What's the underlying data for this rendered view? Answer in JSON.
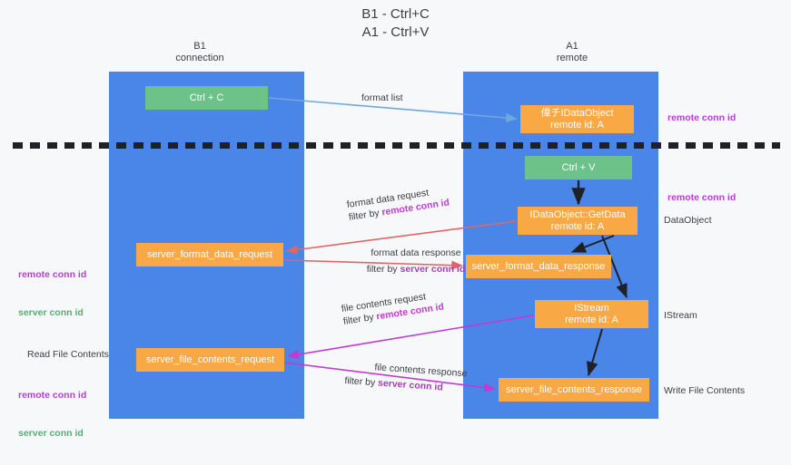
{
  "diagram": {
    "title": "B1 - Ctrl+C\nA1 - Ctrl+V",
    "type": "sequence-flow",
    "colors": {
      "lane": "#4a86e8",
      "node_orange": "#f9a846",
      "node_green": "#6cc289",
      "remote_conn_id": "#b43fd0",
      "server_conn_id": "#5aab73",
      "arrow_blue": "#6fa8dc",
      "arrow_red": "#e06666",
      "arrow_magenta": "#c239d4",
      "arrow_dark": "#202124",
      "background": "#f7f8fa",
      "text": "#3c4043"
    },
    "lanes": [
      {
        "id": "b1",
        "name": "B1",
        "role": "connection",
        "header": "B1\nconnection"
      },
      {
        "id": "a1",
        "name": "A1",
        "role": "remote",
        "header": "A1\nremote"
      }
    ],
    "separator": {
      "style": "dashed",
      "color": "#202124"
    },
    "nodes": [
      {
        "id": "ctrl_c",
        "lane": "b1",
        "kind": "green",
        "label": "Ctrl + C"
      },
      {
        "id": "ctrl_v",
        "lane": "a1",
        "kind": "green",
        "label": "Ctrl + V"
      },
      {
        "id": "idataobject",
        "lane": "a1",
        "kind": "orange",
        "line1": "偉チIDataObject",
        "line2": "remote id: A"
      },
      {
        "id": "getdata",
        "lane": "a1",
        "kind": "orange",
        "line1": "IDataObject::GetData",
        "line2": "remote id: A"
      },
      {
        "id": "istream",
        "lane": "a1",
        "kind": "orange",
        "line1": "IStream",
        "line2": "remote id: A"
      },
      {
        "id": "sfd_request",
        "lane": "b1",
        "kind": "orange",
        "label": "server_format_data_request"
      },
      {
        "id": "sfd_response",
        "lane": "a1",
        "kind": "orange",
        "label": "server_format_data_response"
      },
      {
        "id": "sfc_request",
        "lane": "b1",
        "kind": "orange",
        "label": "server_file_contents_request"
      },
      {
        "id": "sfc_response",
        "lane": "a1",
        "kind": "orange",
        "label": "server_file_contents_response"
      }
    ],
    "edges": [
      {
        "id": "e_format_list",
        "from": "ctrl_c",
        "to": "idataobject",
        "color": "#6fa8dc",
        "label": "format list"
      },
      {
        "id": "e_fd_request",
        "from": "getdata",
        "to": "sfd_request",
        "color": "#e06666",
        "label_line1": "format data request",
        "label_line2_prefix": "filter by ",
        "label_line2_key": "remote conn id"
      },
      {
        "id": "e_fd_response",
        "from": "sfd_request",
        "to": "sfd_response",
        "color": "#e06666",
        "label_line1": "format data response",
        "label_line2_prefix": "filter by ",
        "label_line2_key": "server conn id"
      },
      {
        "id": "e_fc_request",
        "from": "istream",
        "to": "sfc_request",
        "color": "#c239d4",
        "label_line1": "file contents request",
        "label_line2_prefix": "filter by ",
        "label_line2_key": "remote conn id"
      },
      {
        "id": "e_fc_response",
        "from": "sfc_request",
        "to": "sfc_response",
        "color": "#c239d4",
        "label_line1": "file contents response",
        "label_line2_prefix": "filter by ",
        "label_line2_key": "server conn id"
      },
      {
        "id": "e_ctrlv_getdata",
        "from": "ctrl_v",
        "to": "getdata",
        "color": "#202124"
      },
      {
        "id": "e_getdata_res",
        "from": "getdata",
        "to": "sfd_response",
        "color": "#202124"
      },
      {
        "id": "e_getdata_istr",
        "from": "getdata",
        "to": "istream",
        "color": "#202124"
      },
      {
        "id": "e_istr_res",
        "from": "istream",
        "to": "sfc_response",
        "color": "#202124"
      }
    ],
    "labels": {
      "format_list": "format list",
      "format_data_request": "format data request",
      "format_data_response": "format data response",
      "file_contents_request": "file contents request",
      "file_contents_response": "file contents response",
      "filter_by": "filter by ",
      "remote_conn_id": "remote conn id",
      "server_conn_id": "server conn id"
    },
    "side_annotations": {
      "right": [
        {
          "id": "r1",
          "text": "remote conn id",
          "style": "remote"
        },
        {
          "id": "r2",
          "text": "remote conn id",
          "style": "remote"
        },
        {
          "id": "r3",
          "text": "DataObject",
          "style": "plain"
        },
        {
          "id": "r4",
          "text": "IStream",
          "style": "plain"
        },
        {
          "id": "r5",
          "text": "Write File Contents",
          "style": "plain"
        }
      ],
      "left": [
        {
          "id": "l1_a",
          "text": "remote conn id",
          "style": "remote"
        },
        {
          "id": "l1_b",
          "text": "server conn id",
          "style": "server"
        },
        {
          "id": "l2",
          "text": "Read File Contents",
          "style": "plain"
        },
        {
          "id": "l3_a",
          "text": "remote conn id",
          "style": "remote"
        },
        {
          "id": "l3_b",
          "text": "server conn id",
          "style": "server"
        }
      ]
    }
  }
}
